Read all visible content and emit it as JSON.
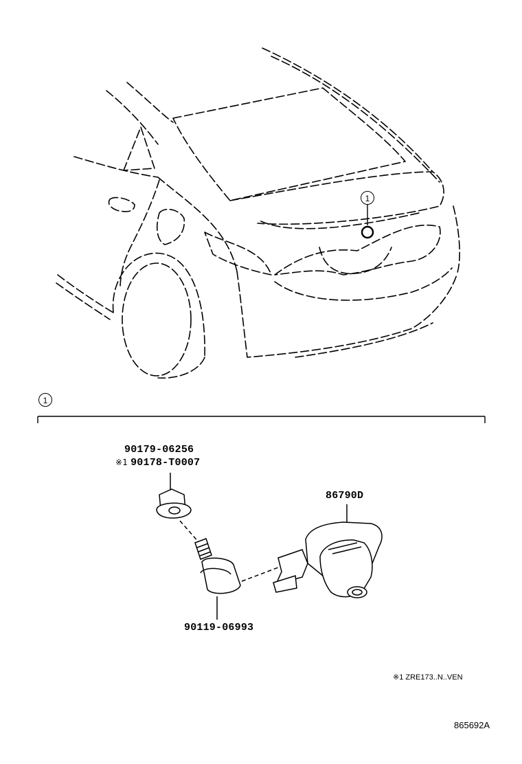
{
  "callouts": {
    "top_ref": "1",
    "detail_ref": "1"
  },
  "parts": {
    "part_a": "90179-06256",
    "part_a_mark": "※1",
    "part_b": "90178-T0007",
    "camera": "86790D",
    "screw": "90119-06993"
  },
  "notes": {
    "footnote": "※1 ZRE173..N..VEN",
    "diagram_id": "865692A"
  }
}
